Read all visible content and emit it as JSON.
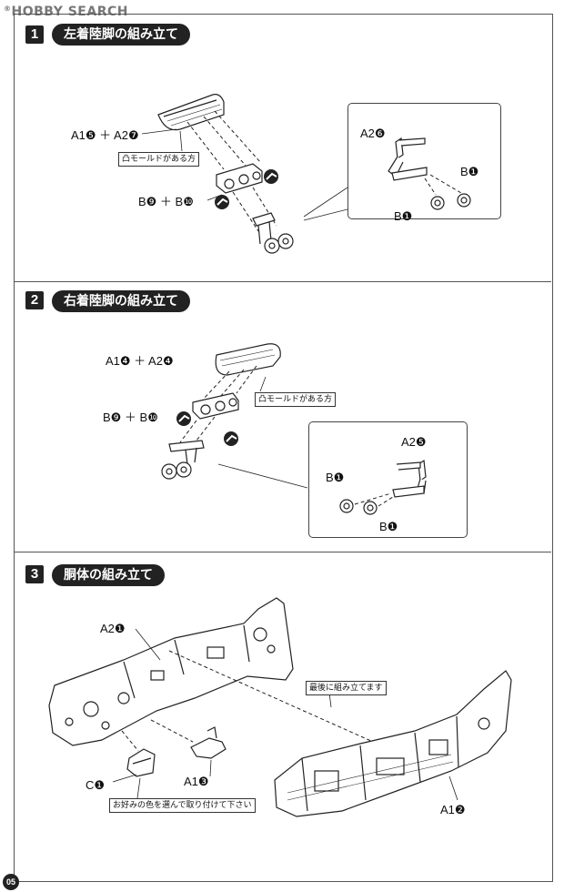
{
  "watermark": "HOBBY SEARCH",
  "page_number": "05",
  "steps": [
    {
      "number": "1",
      "title": "左着陸脚の組み立て",
      "labels": {
        "upper": "A1❺ ＋ A2❼",
        "lower": "B❾ ＋ B❿",
        "note": "凸モールドがある方"
      },
      "detail": {
        "a": "A2❻",
        "b1": "B❶",
        "b2": "B❶"
      }
    },
    {
      "number": "2",
      "title": "右着陸脚の組み立て",
      "labels": {
        "upper": "A1❹ ＋ A2❹",
        "lower": "B❾ ＋ B❿",
        "note": "凸モールドがある方"
      },
      "detail": {
        "a": "A2❺",
        "b1": "B❶",
        "b2": "B❶"
      }
    },
    {
      "number": "3",
      "title": "胴体の組み立て",
      "labels": {
        "a2": "A2❶",
        "a1_3": "A1❸",
        "c1": "C❶",
        "a1_2": "A1❷",
        "note_last": "最後に組み立てます",
        "note_color": "お好みの色を選んで取り付けて下さい"
      }
    }
  ]
}
